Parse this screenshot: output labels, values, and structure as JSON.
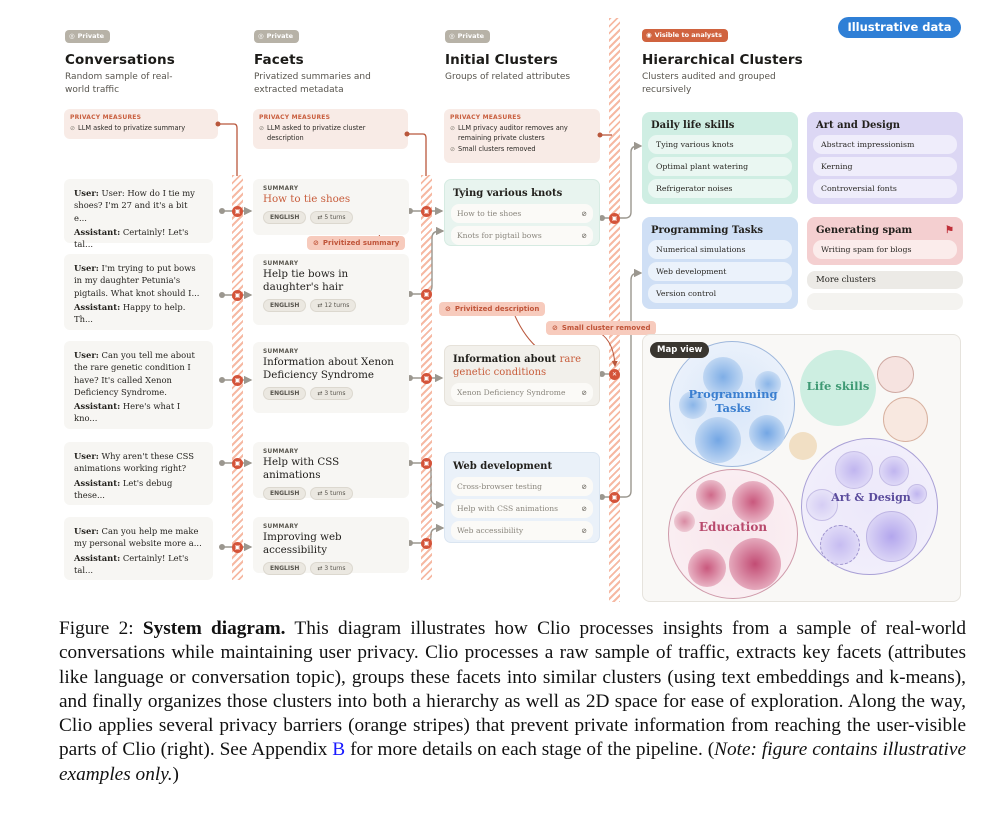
{
  "badge": "Illustrative data",
  "columns": [
    {
      "pill": "Private",
      "pill_icon": "eye-off-icon",
      "title": "Conversations",
      "subtitle": "Random sample of real-world traffic",
      "privacy": {
        "heading": "PRIVACY MEASURES",
        "items": [
          "LLM asked to privatize summary"
        ]
      }
    },
    {
      "pill": "Private",
      "pill_icon": "eye-off-icon",
      "title": "Facets",
      "subtitle": "Privatized summaries and extracted metadata",
      "privacy": {
        "heading": "PRIVACY MEASURES",
        "items": [
          "LLM asked to privatize cluster description"
        ]
      }
    },
    {
      "pill": "Private",
      "pill_icon": "eye-off-icon",
      "title": "Initial Clusters",
      "subtitle": "Groups of related attributes",
      "privacy": {
        "heading": "PRIVACY MEASURES",
        "items": [
          "LLM privacy auditor removes any remaining private clusters",
          "Small clusters removed"
        ]
      }
    },
    {
      "pill": "Visible to analysts",
      "pill_icon": "eye-icon",
      "title": "Hierarchical Clusters",
      "subtitle": "Clusters audited and grouped recursively"
    }
  ],
  "conversations": [
    {
      "user_label": "User:",
      "user": "User: How do I tie my shoes? I'm 27 and it's a bit e...",
      "assistant_label": "Assistant:",
      "assistant": "Certainly! Let's tal..."
    },
    {
      "user_label": "User:",
      "user": "I'm trying to put bows in my daughter Petunia's pigtails. What knot should I...",
      "assistant_label": "Assistant:",
      "assistant": "Happy to help. Th..."
    },
    {
      "user_label": "User:",
      "user": "Can you tell me about the rare genetic condition I have? It's called Xenon Deficiency Syndrome.",
      "assistant_label": "Assistant:",
      "assistant": "Here's what I kno..."
    },
    {
      "user_label": "User:",
      "user": "Why aren't these CSS animations working right?",
      "assistant_label": "Assistant:",
      "assistant": "Let's debug these..."
    },
    {
      "user_label": "User:",
      "user": "Can you help me make my personal website more a...",
      "assistant_label": "Assistant:",
      "assistant": "Certainly! Let's tal..."
    }
  ],
  "facets": [
    {
      "label": "SUMMARY",
      "title": "How to tie shoes",
      "language": "ENGLISH",
      "turns": "5 turns",
      "highlight": true
    },
    {
      "label": "SUMMARY",
      "title": "Help tie bows in daughter's hair",
      "language": "ENGLISH",
      "turns": "12 turns"
    },
    {
      "label": "SUMMARY",
      "title": "Information about Xenon Deficiency Syndrome",
      "language": "ENGLISH",
      "turns": "3 turns"
    },
    {
      "label": "SUMMARY",
      "title": "Help with CSS animations",
      "language": "ENGLISH",
      "turns": "5 turns"
    },
    {
      "label": "SUMMARY",
      "title": "Improving web accessibility",
      "language": "ENGLISH",
      "turns": "3 turns"
    }
  ],
  "callouts": {
    "privatized_summary": "Privitized summary",
    "privatized_description": "Privitized description",
    "small_cluster_removed": "Small cluster removed"
  },
  "initial_clusters": [
    {
      "title": "Tying various knots",
      "items": [
        "How to tie shoes",
        "Knots for pigtail bows"
      ]
    },
    {
      "title_plain": "Information about ",
      "title_highlight": "rare genetic conditions",
      "items": [
        "Xenon Deficiency Syndrome"
      ],
      "removed": true
    },
    {
      "title": "Web development",
      "items": [
        "Cross-browser testing",
        "Help with CSS animations",
        "Web accessibility"
      ]
    }
  ],
  "hierarchical_clusters": [
    {
      "title": "Daily life skills",
      "color": "#cfeee3",
      "items": [
        "Tying various knots",
        "Optimal plant watering",
        "Refrigerator noises"
      ]
    },
    {
      "title": "Art and Design",
      "color": "#dcd7f4",
      "items": [
        "Abstract impressionism",
        "Kerning",
        "Controversial fonts"
      ]
    },
    {
      "title": "Programming Tasks",
      "color": "#cfdff5",
      "items": [
        "Numerical simulations",
        "Web development",
        "Version control"
      ]
    },
    {
      "title": "Generating spam",
      "color": "#f4cfd0",
      "flagged": true,
      "items": [
        "Writing spam for blogs"
      ]
    }
  ],
  "more_clusters": "More clusters",
  "map_view": {
    "badge": "Map view",
    "clusters": [
      {
        "label": "Programming Tasks",
        "color": "#3b7fd0"
      },
      {
        "label": "Life skills",
        "color": "#3f9a74"
      },
      {
        "label": "Art & Design",
        "color": "#5a4b9c"
      },
      {
        "label": "Education",
        "color": "#b8496c"
      }
    ]
  },
  "caption": {
    "prefix": "Figure 2: ",
    "bold": "System diagram.",
    "body": " This diagram illustrates how Clio processes insights from a sample of real-world conversations while maintaining user privacy. Clio processes a raw sample of traffic, extracts key facets (attributes like language or conversation topic), groups these facets into similar clusters (using text embeddings and k-means), and finally organizes those clusters into both a hierarchy as well as 2D space for ease of exploration. Along the way, Clio applies several privacy barriers (orange stripes) that prevent private information from reaching the user-visible parts of Clio (right). See Appendix ",
    "link": "B",
    "after_link": " for more details on each stage of the pipeline. (",
    "italic": "Note: figure contains illustrative examples only.",
    "end": ")"
  }
}
